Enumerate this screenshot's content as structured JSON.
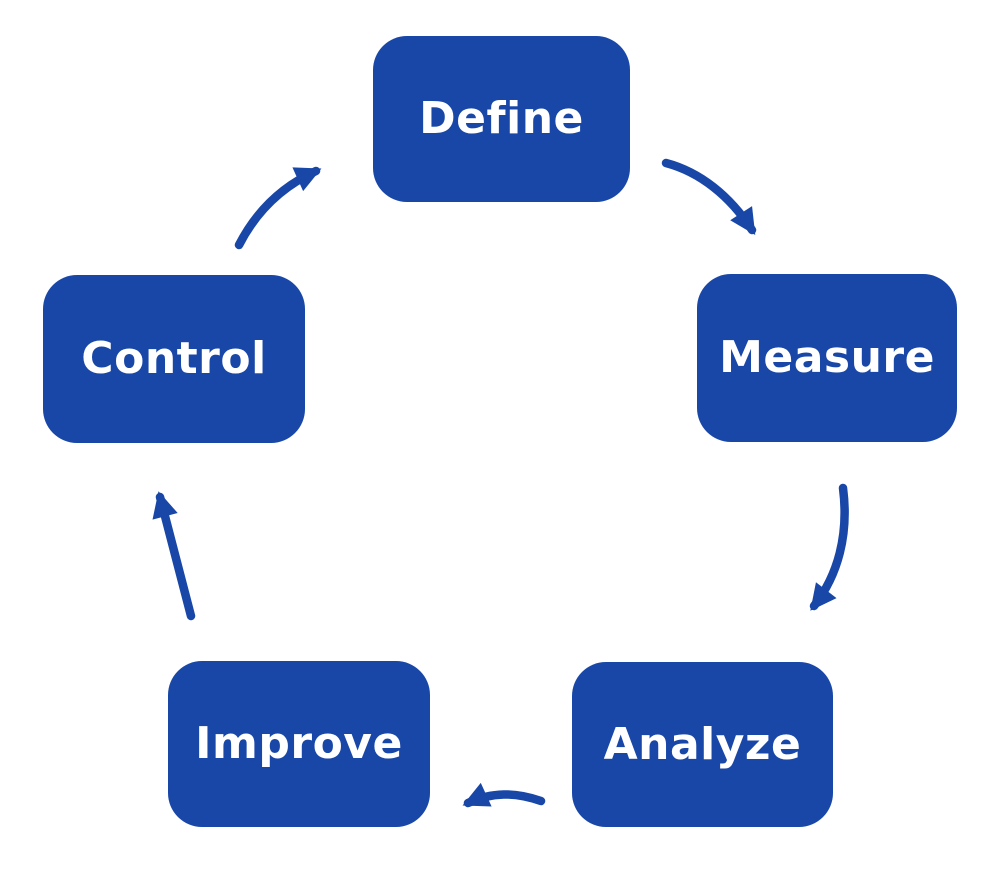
{
  "diagram": {
    "type": "cycle",
    "stages": [
      {
        "id": "define",
        "label": "Define"
      },
      {
        "id": "measure",
        "label": "Measure"
      },
      {
        "id": "analyze",
        "label": "Analyze"
      },
      {
        "id": "improve",
        "label": "Improve"
      },
      {
        "id": "control",
        "label": "Control"
      }
    ],
    "arrows": [
      {
        "from": "Control",
        "to": "Define"
      },
      {
        "from": "Define",
        "to": "Measure"
      },
      {
        "from": "Measure",
        "to": "Analyze"
      },
      {
        "from": "Analyze",
        "to": "Improve"
      },
      {
        "from": "Improve",
        "to": "Control"
      }
    ],
    "colors": {
      "box": "#1847A8",
      "label": "#FFFFFF",
      "arrow": "#1847A8",
      "background": "#FFFFFF"
    }
  }
}
